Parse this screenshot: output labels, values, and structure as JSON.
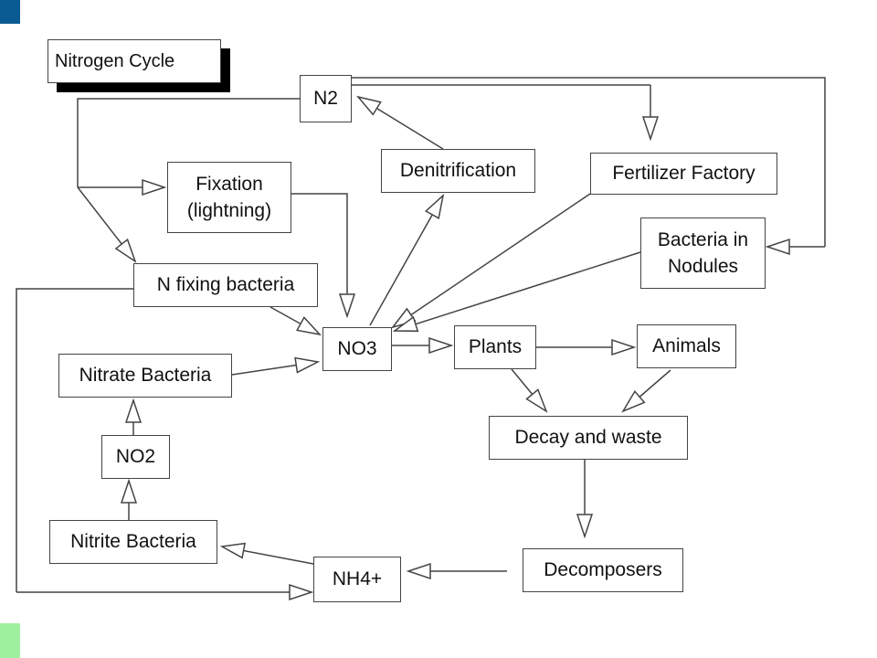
{
  "title": "Nitrogen Cycle",
  "nodes": {
    "n2": "N2",
    "fixation": [
      "Fixation",
      "(lightning)"
    ],
    "denitrification": "Denitrification",
    "fertilizer": "Fertilizer Factory",
    "nodule_bacteria": [
      "Bacteria in",
      "Nodules"
    ],
    "n_fixing": "N fixing bacteria",
    "no3": "NO3",
    "plants": "Plants",
    "animals": "Animals",
    "nitrate_bacteria": "Nitrate Bacteria",
    "no2": "NO2",
    "decay": "Decay and waste",
    "nitrite_bacteria": "Nitrite Bacteria",
    "nh4": "NH4+",
    "decomposers": "Decomposers"
  },
  "colors": {
    "corner_top": "#0a5a93",
    "corner_bottom": "#9ff09f"
  }
}
